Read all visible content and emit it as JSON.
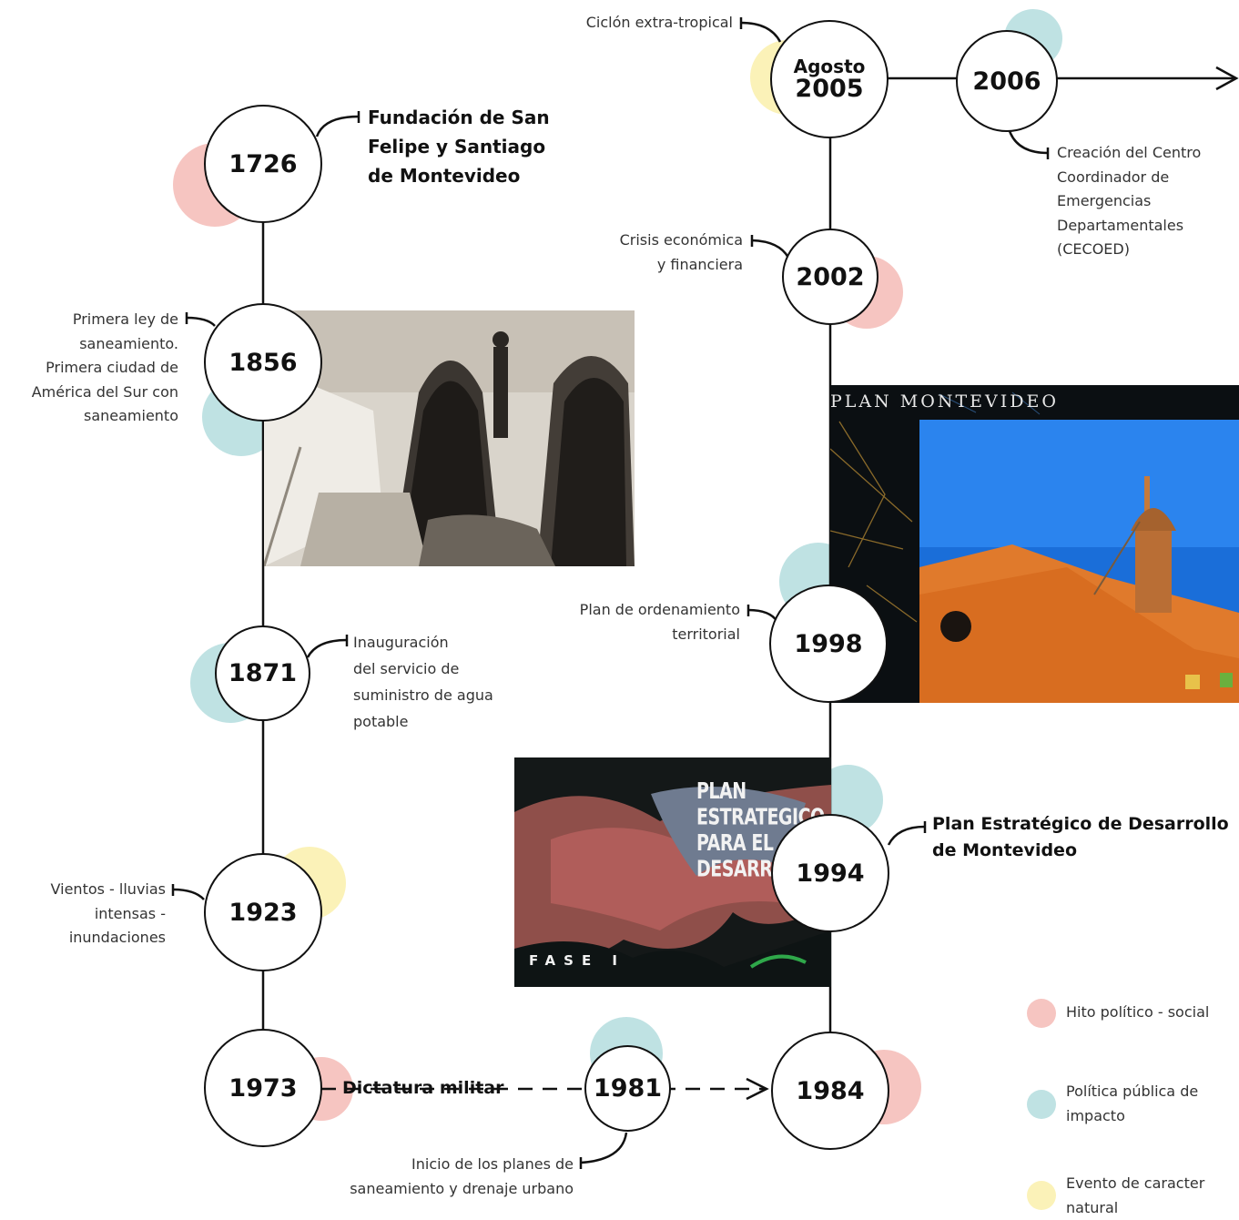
{
  "colors": {
    "political_social": "#f6c5c1",
    "public_policy": "#bfe2e3",
    "natural_event": "#fbf2b8",
    "line": "#111111"
  },
  "nodes": {
    "n1726": {
      "year": "1726"
    },
    "n1856": {
      "year": "1856"
    },
    "n1871": {
      "year": "1871"
    },
    "n1923": {
      "year": "1923"
    },
    "n1973": {
      "year": "1973"
    },
    "n1981": {
      "year": "1981"
    },
    "n1984": {
      "year": "1984"
    },
    "n1994": {
      "year": "1994"
    },
    "n1998": {
      "year": "1998"
    },
    "n2002": {
      "year": "2002"
    },
    "n2005": {
      "month": "Agosto",
      "year": "2005"
    },
    "n2006": {
      "year": "2006"
    }
  },
  "events": {
    "e1726": "Fundación de San\nFelipe y Santiago\nde Montevideo",
    "e1856": "Primera ley de\nsaneamiento.\nPrimera ciudad de\nAmérica del Sur con\nsaneamiento",
    "e1871": "Inauguración\ndel servicio de\nsuministro de agua\npotable",
    "e1923": "Vientos - lluvias\nintensas -\ninundaciones",
    "e1973": "Dictatura militar",
    "e1981": "Inicio de los planes de\nsaneamiento y drenaje urbano",
    "e1994": "Plan Estratégico de Desarrollo\nde Montevideo",
    "e1998": "Plan de ordenamiento\nterritorial",
    "e2002": "Crisis económica\ny financiera",
    "e2005": "Ciclón extra-tropical",
    "e2006": "Creación del Centro\nCoordinador de\nEmergencias\nDepartamentales\n(CECOED)"
  },
  "posters": {
    "plan_montevideo": {
      "title": "PLAN MONTEVIDEO"
    },
    "plan_estrategico": {
      "title": "PLAN ESTRATEGICO\nPARA EL DESARROLLO",
      "subtitle": "FASE I"
    }
  },
  "legend": [
    {
      "key": "political_social",
      "label": "Hito político - social"
    },
    {
      "key": "public_policy",
      "label": "Política pública de\nimpacto"
    },
    {
      "key": "natural_event",
      "label": "Evento de caracter\nnatural"
    }
  ]
}
